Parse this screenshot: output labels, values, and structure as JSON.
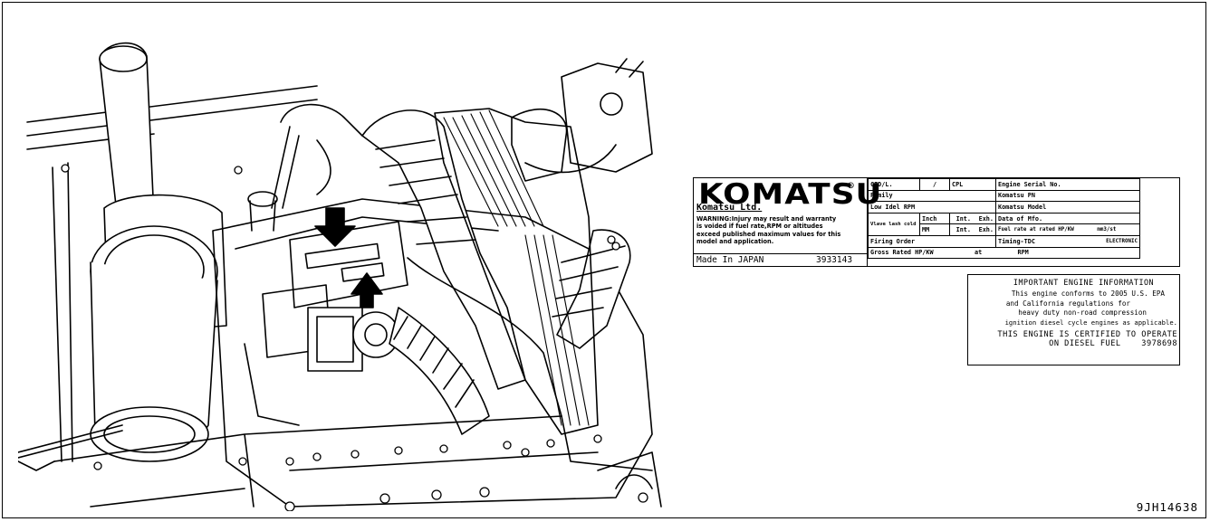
{
  "figure_id": "9JH14638",
  "engine_plate": {
    "brand": "KOMATSU",
    "registered_mark": "®",
    "company": "Komatsu Ltd.",
    "warning_lines": [
      "WARNING:Injury may result and warranty",
      "is voided if fuel rate,RPM or altitudes",
      "exceed published maximum values for this",
      "model and application."
    ],
    "made_in": "Made In JAPAN",
    "part_number": "3933143",
    "fields": {
      "cid": "CID/L.",
      "slash": "/",
      "cpl": "CPL",
      "engine_serial": "Engine Serial No.",
      "family": "Family",
      "komatsu_pn": "Komatsu PN",
      "low_idle": "Low Idel RPM",
      "komatsu_model": "Komatsu Model",
      "valve_lash": "Vlave lash cold",
      "inch": "Inch",
      "mm": "MM",
      "int": "Int.",
      "exh": "Exh.",
      "date_mfg": "Data of Mfo.",
      "fuel_rate": "Fuel rate at rated HP/KW",
      "fuel_unit": "mm3/st",
      "firing_order": "Firing Order",
      "timing": "Timing-TDC",
      "timing_value": "ELECTRONIC",
      "gross_rated": "Gross Rated HP/KW",
      "at": "at",
      "rpm": "RPM"
    }
  },
  "info_plate": {
    "title": "IMPORTANT ENGINE INFORMATION",
    "lines": [
      "This engine conforms to 2005 U.S. EPA",
      "and California regulations for",
      "heavy duty non-road compression",
      "ignition diesel cycle engines as applicable."
    ],
    "cert_line1": "THIS ENGINE IS CERTIFIED TO OPERATE",
    "cert_line2": "ON DIESEL FUEL",
    "cert_number": "3978698"
  }
}
